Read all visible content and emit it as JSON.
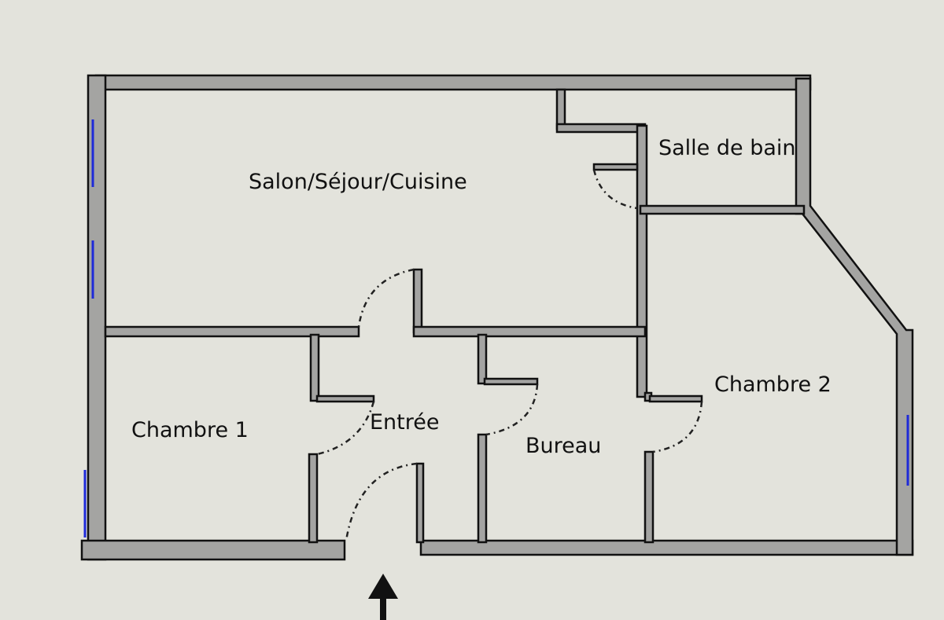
{
  "plan": {
    "rooms": {
      "living": "Salon/Séjour/Cuisine",
      "bathroom": "Salle de bain",
      "bedroom1": "Chambre 1",
      "entrance": "Entrée",
      "office": "Bureau",
      "bedroom2": "Chambre 2"
    },
    "colors": {
      "wall": "#a4a4a2",
      "window": "#1e2ad8",
      "background": "#e3e3dc"
    },
    "entry_marker": "arrow-up-icon"
  }
}
